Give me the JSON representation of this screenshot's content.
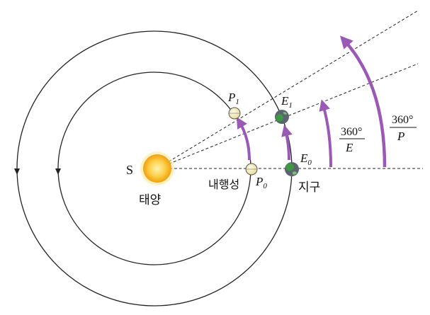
{
  "labels": {
    "sun_letter": "S",
    "sun_name": "태양",
    "planet_name": "내행성",
    "earth_name": "지구",
    "p0": "P",
    "p0_sub": "0",
    "p1": "P",
    "p1_sub": "1",
    "e0": "E",
    "e0_sub": "0",
    "e1": "E",
    "e1_sub": "1",
    "frac_e_num": "360°",
    "frac_e_den": "E",
    "frac_p_num": "360°",
    "frac_p_den": "P"
  },
  "colors": {
    "arrow": "#9b59b6",
    "orbit": "#222222",
    "sun": "#f6b21a",
    "planet": "#f3ecc0",
    "earth_land": "#3d9b3f",
    "earth_sea": "#5c6470"
  }
}
